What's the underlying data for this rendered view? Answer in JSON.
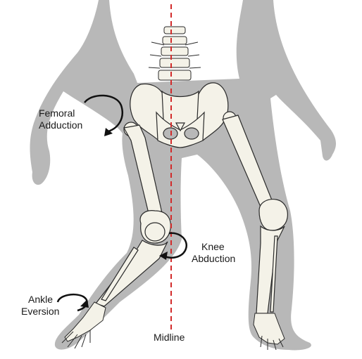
{
  "labels": {
    "femoral": {
      "line1": "Femoral",
      "line2": "Adduction"
    },
    "knee": {
      "line1": "Knee",
      "line2": "Abduction"
    },
    "ankle": {
      "line1": "Ankle",
      "line2": "Eversion"
    },
    "midline": "Midline"
  },
  "colors": {
    "silhouette": "#b8b8b8",
    "bone_fill": "#f4f2e8",
    "bone_stroke": "#2a2a2a",
    "midline": "#d22b2b",
    "arrow": "#111111"
  }
}
